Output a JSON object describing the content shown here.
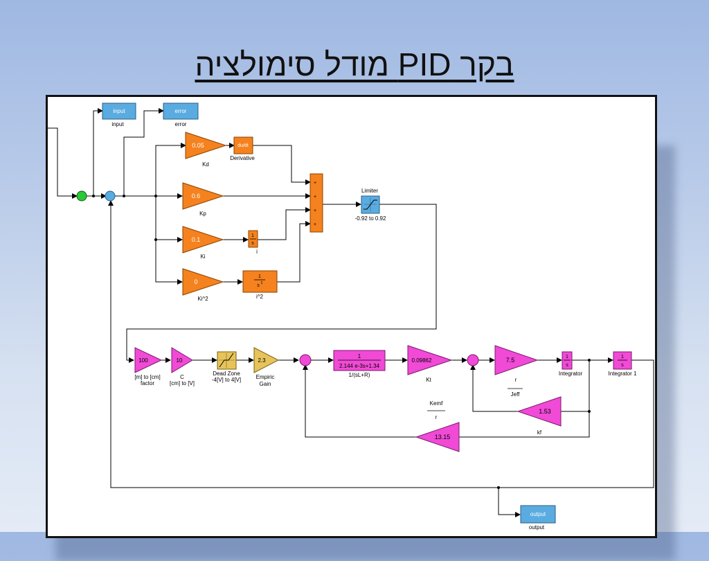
{
  "title": "בקר PID מודל סימולציה",
  "blocks": {
    "input_scope": {
      "text": "input",
      "caption": "input"
    },
    "error_scope": {
      "text": "error",
      "caption": "error"
    },
    "kd": {
      "value": "0.05",
      "caption": "Kd"
    },
    "derivative": {
      "text": "du/dt",
      "caption": "Derivative"
    },
    "kp": {
      "value": "0.6",
      "caption": "Kp"
    },
    "ki": {
      "value": "0.1",
      "caption": "Ki"
    },
    "i_block": {
      "num": "1",
      "den": "s",
      "caption": "i"
    },
    "ki2": {
      "value": "0",
      "caption": "Ki^2"
    },
    "i2_block": {
      "num": "1",
      "den": "s",
      "exp": "2",
      "caption": "i^2"
    },
    "sum_signs": [
      "+",
      "+",
      "+",
      "+"
    ],
    "limiter": {
      "caption_top": "Limiter",
      "caption_bottom": "-0.92 to 0.92"
    },
    "factor": {
      "value": "100",
      "caption1": "[m] to [cm]",
      "caption2": "factor"
    },
    "c_gain": {
      "value": "10",
      "caption1": "C",
      "caption2": "[cm] to [V]"
    },
    "dead_zone": {
      "caption1": "Dead Zone",
      "caption2": "-4[V] to 4[V]"
    },
    "empiric": {
      "value": "2.3",
      "caption1": "Empiric",
      "caption2": "Gain"
    },
    "tf": {
      "num": "1",
      "den": "2.144 e-3s+1.34",
      "caption": "1/(sL+R)"
    },
    "kt": {
      "value": "0.09862",
      "caption": "Kt"
    },
    "r_gain": {
      "value": "7.5",
      "caption": "r",
      "caption_frac": "Jeff"
    },
    "integrator": {
      "num": "1",
      "den": "s",
      "caption": "Integrator"
    },
    "integrator1": {
      "num": "1",
      "den": "s",
      "caption": "Integrator 1"
    },
    "kf": {
      "value": "1.53",
      "caption": "kf"
    },
    "kemf": {
      "value": "13.15",
      "caption_num": "Kemf",
      "caption_den": "r"
    },
    "output_scope": {
      "text": "output",
      "caption": "output"
    }
  },
  "colors": {
    "orange": "#f5821e",
    "magenta": "#f04ad6",
    "yellow": "#e6c45a",
    "blue": "#5aace0",
    "green": "#2bc83a"
  }
}
